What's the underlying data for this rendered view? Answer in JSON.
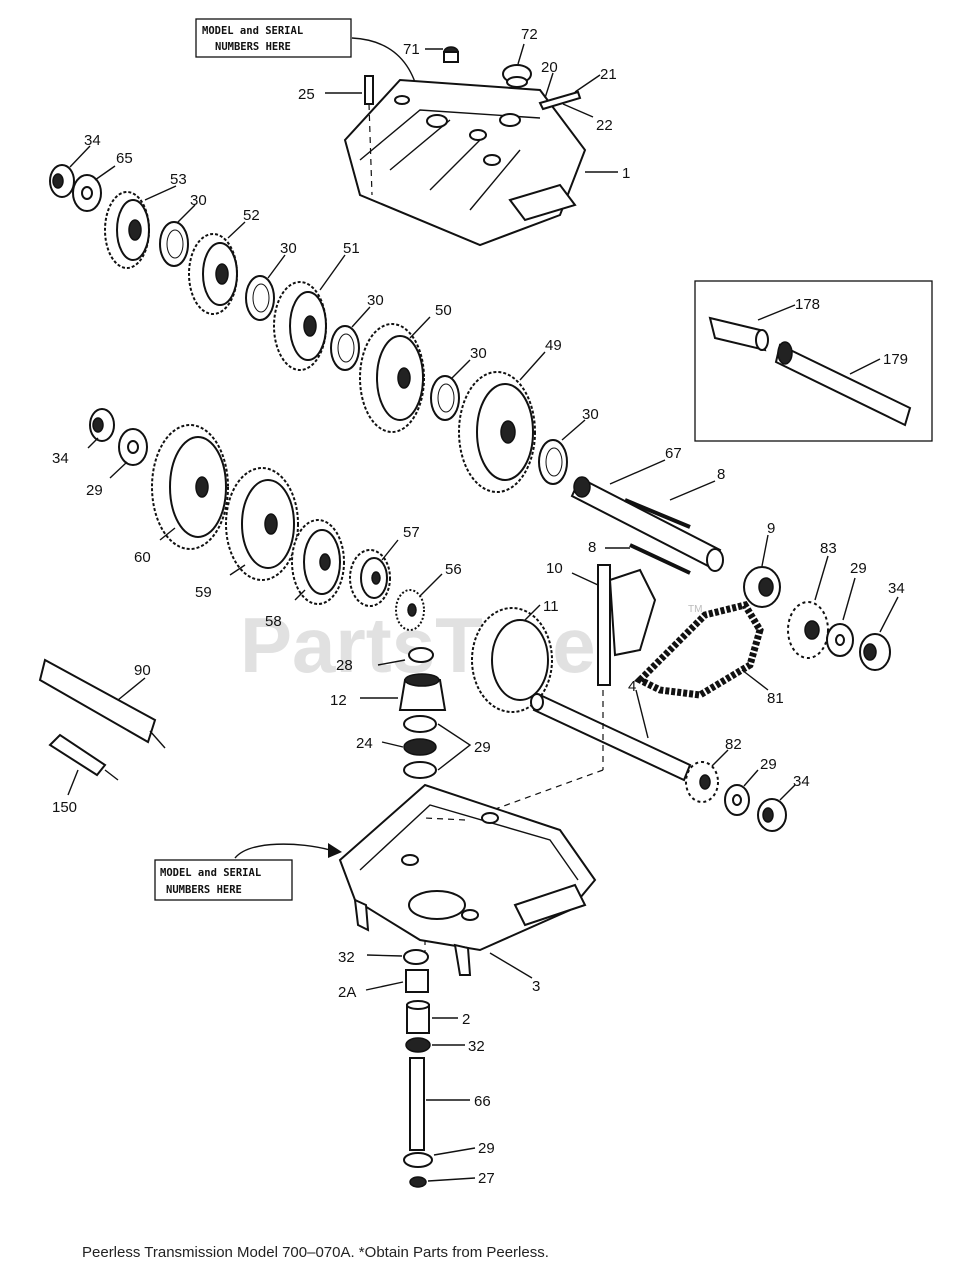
{
  "boxes": {
    "top": {
      "line1": "MODEL and SERIAL",
      "line2": "NUMBERS HERE"
    },
    "bottom": {
      "line1": "MODEL and SERIAL",
      "line2": "NUMBERS HERE"
    }
  },
  "watermark": {
    "text": "PartsTree",
    "tm": "TM"
  },
  "callouts": {
    "c71": "71",
    "c72": "72",
    "c20": "20",
    "c21": "21",
    "c22": "22",
    "c25": "25",
    "c1": "1",
    "c34a": "34",
    "c65": "65",
    "c53": "53",
    "c30a": "30",
    "c52": "52",
    "c30b": "30",
    "c51": "51",
    "c30c": "30",
    "c50": "50",
    "c30d": "30",
    "c49": "49",
    "c30e": "30",
    "c178": "178",
    "c179": "179",
    "c34b": "34",
    "c29a": "29",
    "c67": "67",
    "c8a": "8",
    "c60": "60",
    "c59": "59",
    "c58": "58",
    "c57": "57",
    "c56": "56",
    "c9": "9",
    "c8b": "8",
    "c10": "10",
    "c11": "11",
    "c83": "83",
    "c29b": "29",
    "c34c": "34",
    "c28": "28",
    "c12": "12",
    "c90": "90",
    "c81": "81",
    "c4": "4",
    "c24": "24",
    "c29c": "29",
    "c82": "82",
    "c29d": "29",
    "c34d": "34",
    "c150": "150",
    "c32a": "32",
    "c3": "3",
    "c2A": "2A",
    "c2": "2",
    "c32b": "32",
    "c66": "66",
    "c29e": "29",
    "c27": "27"
  },
  "caption": "Peerless Transmission Model 700–070A. *Obtain Parts from Peerless."
}
